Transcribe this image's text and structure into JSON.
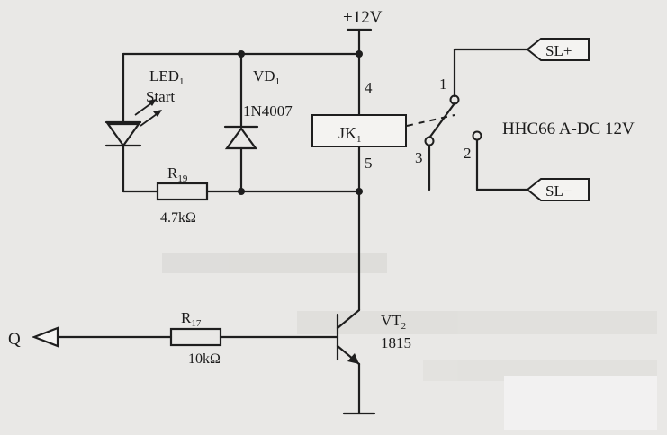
{
  "supply": {
    "label": "+12V"
  },
  "led": {
    "designator": "LED",
    "sub": "1",
    "note": "Start"
  },
  "diode": {
    "designator": "VD",
    "sub": "1",
    "part": "1N4007"
  },
  "relay": {
    "designator": "JK",
    "sub": "1",
    "pin_top": "4",
    "pin_bottom": "5",
    "model": "HHC66 A-DC 12V"
  },
  "contacts": {
    "common": "1",
    "nc": "3",
    "no": "2"
  },
  "terminals": {
    "positive": "SL+",
    "negative": "SL−"
  },
  "r19": {
    "designator": "R",
    "sub": "19",
    "value": "4.7kΩ"
  },
  "r17": {
    "designator": "R",
    "sub": "17",
    "value": "10kΩ"
  },
  "transistor": {
    "designator": "VT",
    "sub": "2",
    "part": "1815"
  },
  "input": {
    "label": "Q"
  },
  "colors": {
    "ink": "#1e1e1e",
    "paper": "#e9e8e6",
    "bleed": "#cfcdca"
  }
}
